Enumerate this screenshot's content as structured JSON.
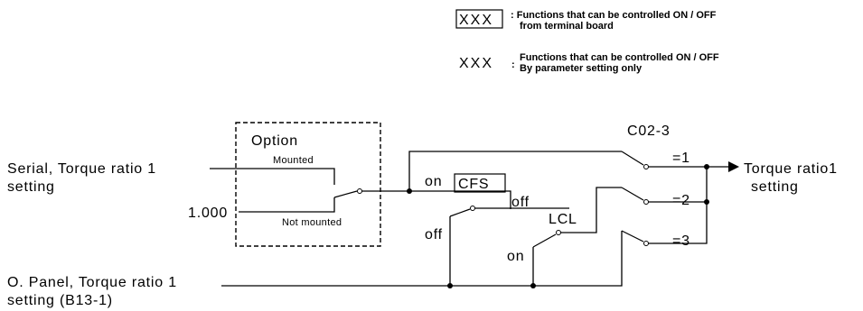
{
  "legend": {
    "boxed_code": "XXX",
    "boxed_desc_line1": ": Functions that can be controlled ON / OFF",
    "boxed_desc_line2": "from terminal board",
    "plain_code": "XXX",
    "plain_colon": ":",
    "plain_desc_line1": "Functions that can be controlled ON / OFF",
    "plain_desc_line2": "By parameter setting only"
  },
  "inputs": {
    "serial_line1": "Serial, Torque ratio 1",
    "serial_line2": "setting",
    "constant": "1.000",
    "panel_line1": "O. Panel, Torque ratio 1",
    "panel_line2": "setting (B13-1)"
  },
  "option_block": {
    "title": "Option",
    "mounted": "Mounted",
    "not_mounted": "Not mounted"
  },
  "cfs_switch": {
    "name": "CFS",
    "on_label": "on",
    "off_label_top": "off",
    "off_label_left": "off"
  },
  "lcl_switch": {
    "name": "LCL",
    "on_label": "on"
  },
  "selector": {
    "name": "C02-3",
    "pos1": "=1",
    "pos2": "=2",
    "pos3": "=3"
  },
  "output": {
    "line1": "Torque ratio1",
    "line2": "setting"
  }
}
